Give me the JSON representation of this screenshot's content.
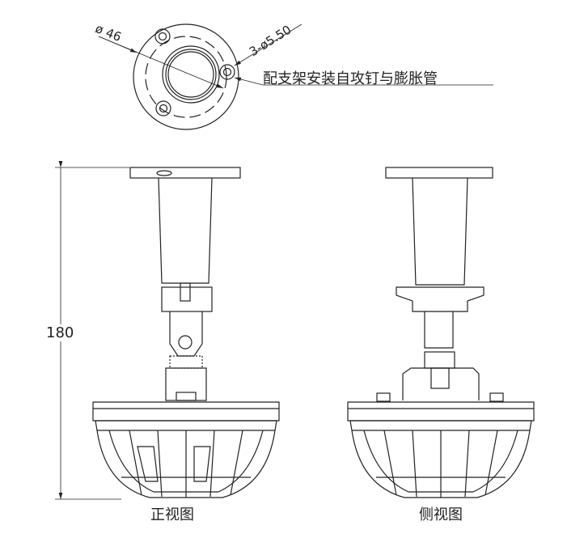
{
  "top_view": {
    "diameter_label": "ø 46",
    "hole_label": "3-ø5.50",
    "note": "配支架安装自攻钉与膨胀管"
  },
  "dimension": {
    "height_label": "180"
  },
  "front_view": {
    "caption": "正视图"
  },
  "side_view": {
    "caption": "侧视图"
  }
}
